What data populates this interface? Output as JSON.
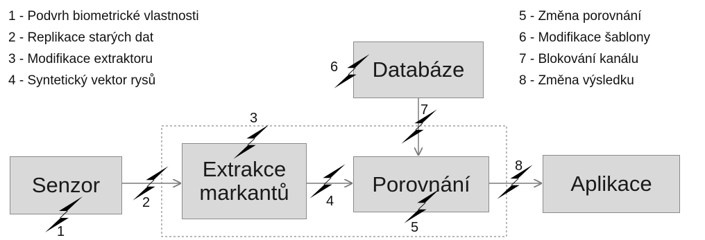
{
  "legend_left": [
    "1 - Podvrh biometrické vlastnosti",
    "2 - Replikace starých dat",
    "3 - Modifikace extraktoru",
    "4 - Syntetický vektor rysů"
  ],
  "legend_right": [
    "5 - Změna porovnání",
    "6 - Modifikace šablony",
    "7 - Blokování kanálu",
    "8 - Změna výsledku"
  ],
  "boxes": {
    "senzor": "Senzor",
    "extrakce_line1": "Extrakce",
    "extrakce_line2": "markantů",
    "porovnani": "Porovnání",
    "aplikace": "Aplikace",
    "databaze": "Databáze"
  },
  "attack_numbers": [
    "1",
    "2",
    "3",
    "4",
    "5",
    "6",
    "7",
    "8"
  ],
  "colors": {
    "box_fill": "#d9d9d9",
    "box_border": "#8a8a8a",
    "bolt": "#000000",
    "arrow": "#7a7a7a"
  }
}
